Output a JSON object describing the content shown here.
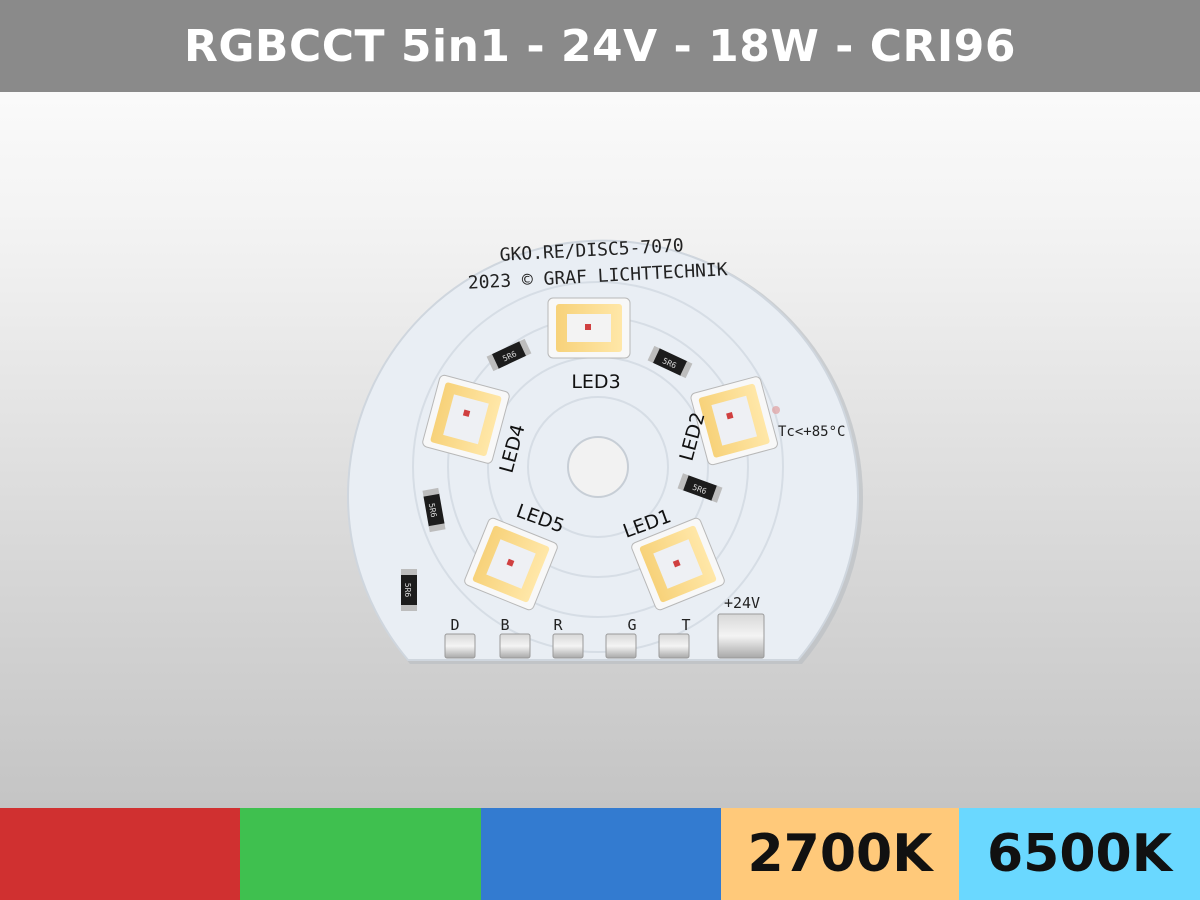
{
  "title": "RGBCCT 5in1 - 24V - 18W - CRI96",
  "pcb": {
    "part_line": "GKO.RE/DISC5-7070",
    "copyright_line": "2023 © GRAF LICHTTECHNIK",
    "leds": [
      "LED1",
      "LED2",
      "LED3",
      "LED4",
      "LED5"
    ],
    "temp_label": "Tc<+85°C",
    "resistor_code": "5R6",
    "pads": [
      "D",
      "B",
      "R",
      "G",
      "T",
      "+24V"
    ]
  },
  "swatches": [
    {
      "label": "",
      "color": "#d03030"
    },
    {
      "label": "",
      "color": "#3fc04f"
    },
    {
      "label": "",
      "color": "#337bd0"
    },
    {
      "label": "2700K",
      "color": "#ffc97a"
    },
    {
      "label": "6500K",
      "color": "#6ad8ff"
    }
  ]
}
